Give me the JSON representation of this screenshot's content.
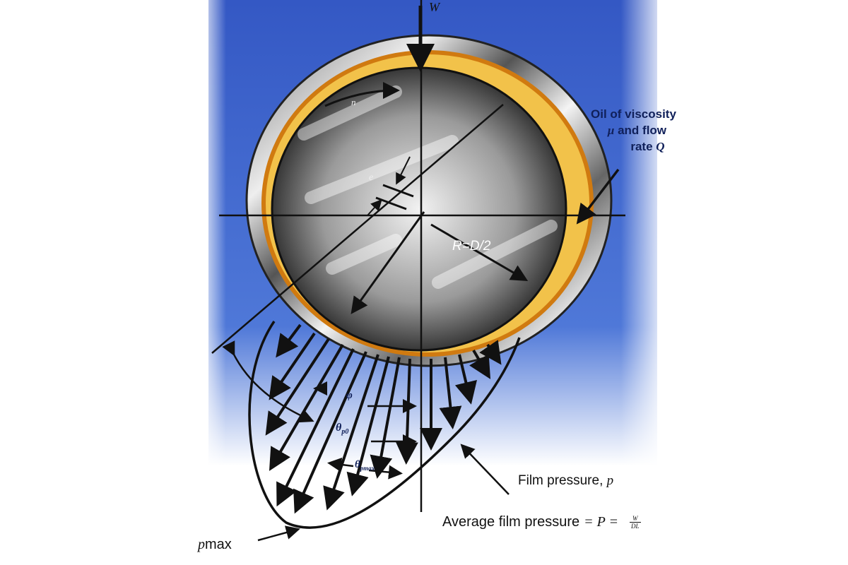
{
  "labels": {
    "load": "W",
    "rotation": "n",
    "eccentricity": "e",
    "radius": "R=D/2",
    "oil_line1": "Oil of viscosity",
    "oil_line2_mu": "μ",
    "oil_line2_rest": "and flow",
    "oil_line3": "rate",
    "oil_line3_q": "Q",
    "phi": "φ",
    "theta_p0": "θ",
    "theta_p0_sub": "p0",
    "theta_pmax": "θ",
    "theta_pmax_sub": "pmax",
    "film_pressure": "Film pressure,",
    "film_pressure_sym": "p",
    "avg_pressure": "Average film pressure",
    "avg_eq": "= P =",
    "avg_num": "W",
    "avg_den": "DL",
    "pmax_p": "p",
    "pmax_sub": "max"
  },
  "colors": {
    "background_blue": "#3a62c8",
    "bearing_orange": "#e8a020",
    "ink": "#111111"
  }
}
